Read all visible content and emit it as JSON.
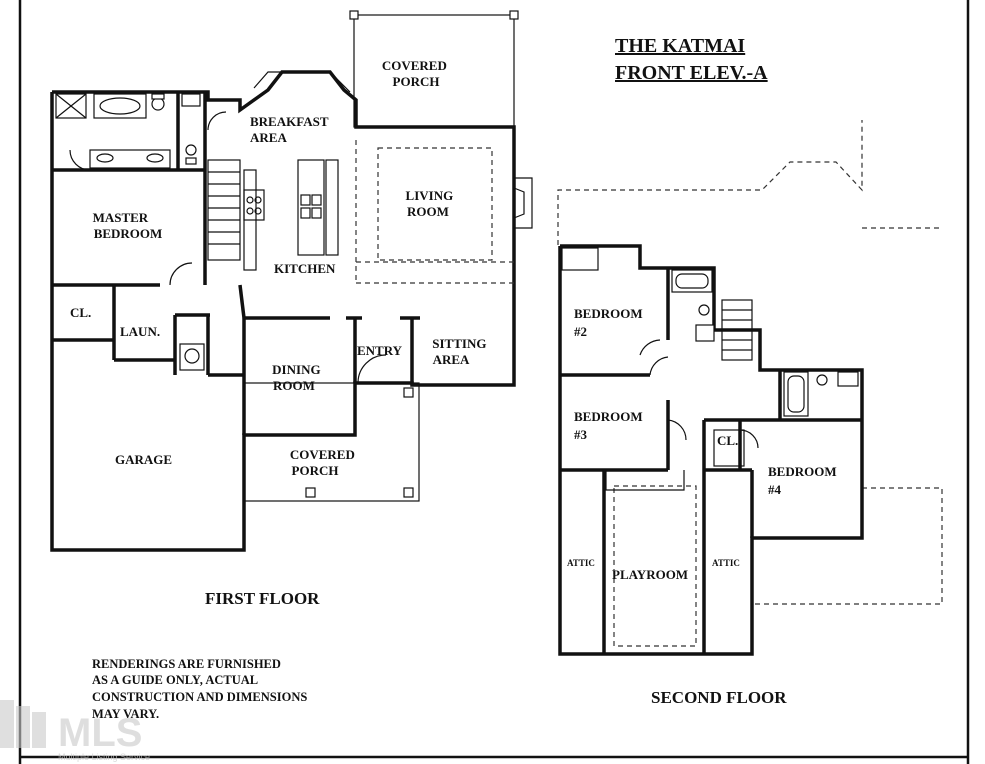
{
  "title": {
    "line1": "THE KATMAI",
    "line2": "FRONT ELEV.-A"
  },
  "first_floor": {
    "caption": "FIRST FLOOR",
    "rooms": {
      "covered_porch_top": [
        "COVERED",
        "PORCH"
      ],
      "breakfast_area": [
        "BREAKFAST",
        "AREA"
      ],
      "master_bedroom": [
        "MASTER",
        "BEDROOM"
      ],
      "living_room": [
        "LIVING",
        "ROOM"
      ],
      "kitchen": "KITCHEN",
      "closet": "CL.",
      "laundry": "LAUN.",
      "entry": "ENTRY",
      "sitting_area": [
        "SITTING",
        "AREA"
      ],
      "dining_room": [
        "DINING",
        "ROOM"
      ],
      "garage": "GARAGE",
      "covered_porch_front": [
        "COVERED",
        "PORCH"
      ]
    }
  },
  "second_floor": {
    "caption": "SECOND FLOOR",
    "rooms": {
      "bedroom2": [
        "BEDROOM",
        "#2"
      ],
      "bedroom3": [
        "BEDROOM",
        "#3"
      ],
      "bedroom4": [
        "BEDROOM",
        "#4"
      ],
      "closet": "CL.",
      "attic_left": "ATTIC",
      "attic_right": "ATTIC",
      "playroom": "PLAYROOM"
    }
  },
  "disclaimer": [
    "RENDERINGS ARE FURNISHED",
    "AS A GUIDE ONLY, ACTUAL",
    "CONSTRUCTION AND DIMENSIONS",
    "MAY VARY."
  ],
  "watermark": {
    "text": "MLS",
    "subtext": "Multiple Listing Service"
  }
}
